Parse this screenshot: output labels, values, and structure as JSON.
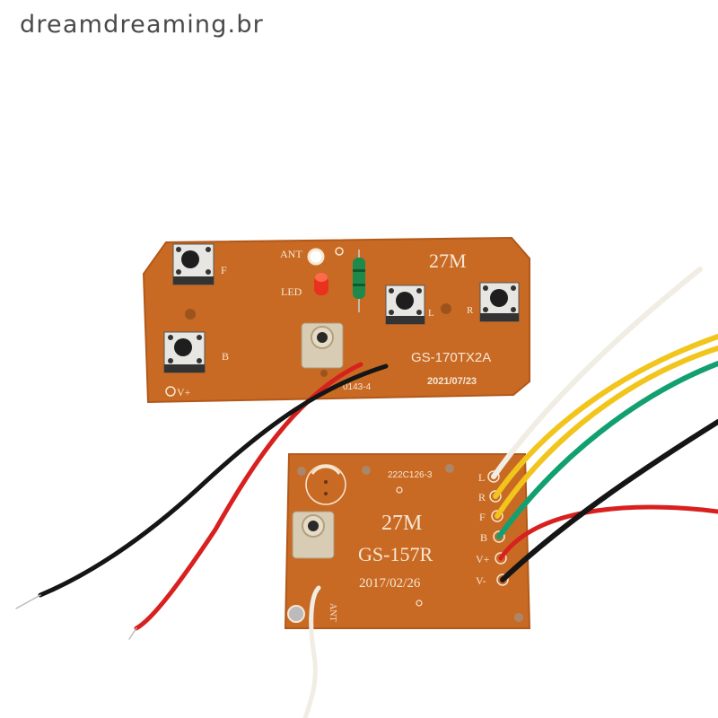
{
  "watermark": {
    "text": "dreamdreaming.br"
  },
  "colors": {
    "pcb": "#c86a24",
    "pcb_edge": "#b2581a",
    "silkscreen": "#f6e6d2",
    "wire_red": "#d8201f",
    "wire_black": "#151515",
    "wire_white": "#f1ede4",
    "wire_yellow": "#f2c51c",
    "wire_green": "#12a070"
  },
  "transmitter_board": {
    "frequency": "27M",
    "model": "GS-170TX2A",
    "date": "2021/07/23",
    "part_code": "0143-4",
    "labels": {
      "ant": "ANT",
      "led": "LED",
      "forward": "F",
      "backward": "B",
      "left": "L",
      "right": "R",
      "power": "V+"
    }
  },
  "receiver_board": {
    "frequency": "27M",
    "model": "GS-157R",
    "date": "2017/02/26",
    "part_code": "222C126-3",
    "antenna_label": "ANT",
    "pins": [
      "L",
      "R",
      "F",
      "B",
      "V+",
      "V-"
    ]
  }
}
